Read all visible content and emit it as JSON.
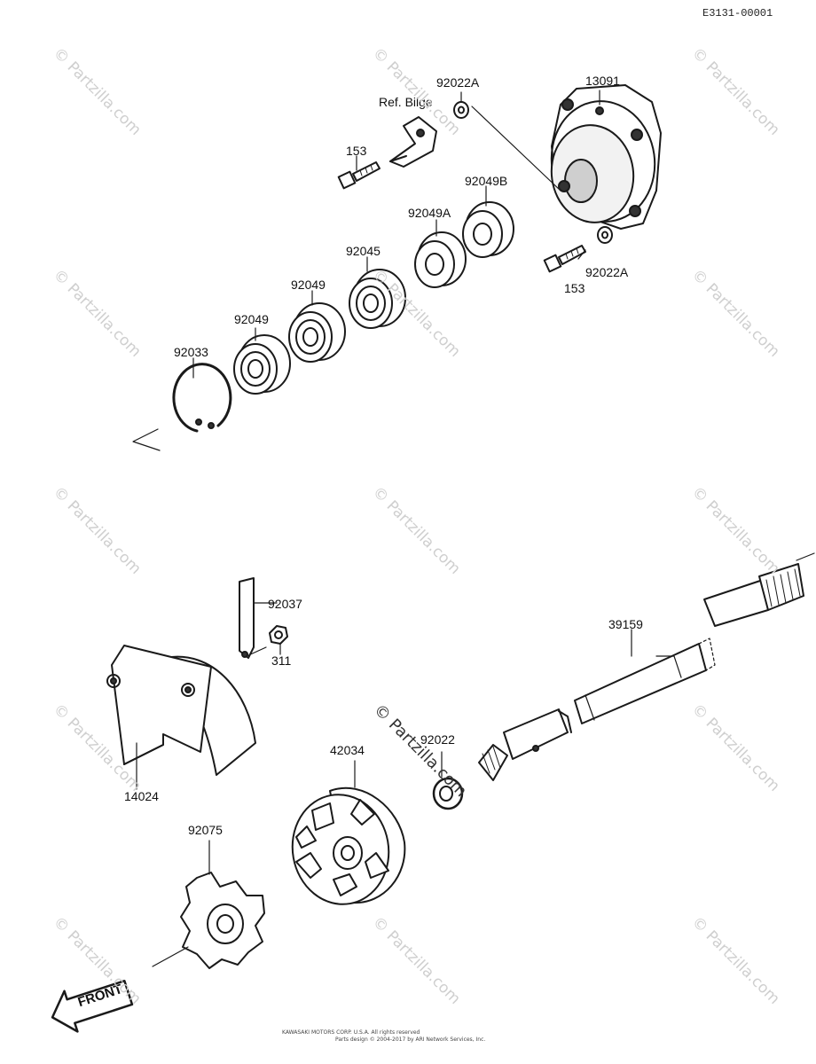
{
  "diagram_code": "E3131-00001",
  "labels": {
    "l_92022A_top": "92022A",
    "l_ref_bilge": "Ref. Bilge",
    "l_13091": "13091",
    "l_153_top": "153",
    "l_92049B": "92049B",
    "l_92049A": "92049A",
    "l_92045": "92045",
    "l_92049_b": "92049",
    "l_92049_a": "92049",
    "l_92033": "92033",
    "l_92022A_bottom": "92022A",
    "l_153_bottom": "153",
    "l_92037": "92037",
    "l_311": "311",
    "l_39159": "39159",
    "l_14024": "14024",
    "l_42034": "42034",
    "l_92022": "92022",
    "l_92075": "92075"
  },
  "front_arrow": "FRONT",
  "watermark": "© Partzilla.com",
  "footer": {
    "line1": "KAWASAKI MOTORS CORP. U.S.A. All rights reserved",
    "line2": "Parts design © 2004-2017 by ARI Network Services, Inc."
  }
}
